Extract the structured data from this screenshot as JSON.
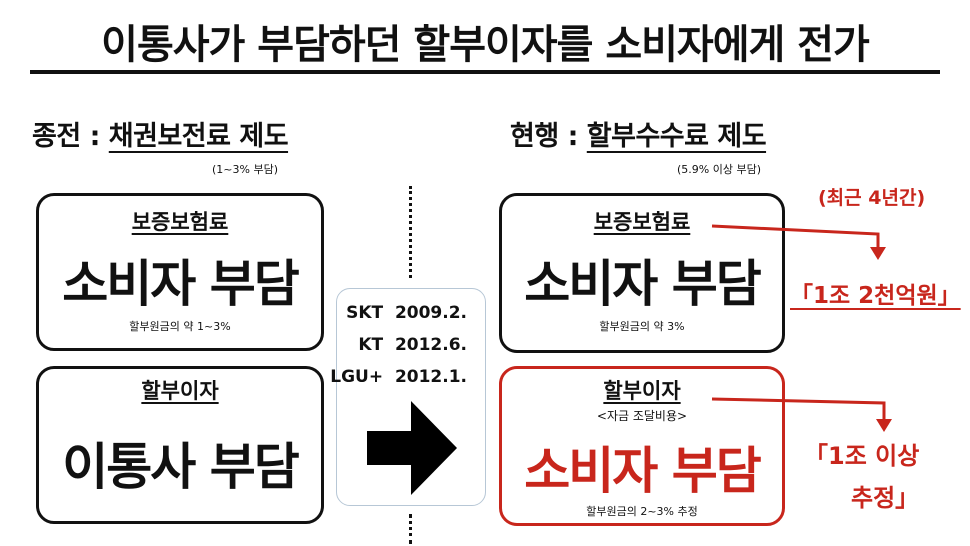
{
  "title": "이통사가 부담하던 할부이자를 소비자에게 전가",
  "left": {
    "prefix": "종전 : ",
    "heading": "채권보전료 제도",
    "note": "(1~3% 부담)",
    "box1": {
      "label": "보증보험료",
      "main": "소비자 부담",
      "foot": "할부원금의 약 1~3%"
    },
    "box2": {
      "label": "할부이자",
      "main": "이통사 부담"
    }
  },
  "right": {
    "prefix": "현행 : ",
    "heading": "할부수수료 제도",
    "note": "(5.9% 이상 부담)",
    "box1": {
      "label": "보증보험료",
      "main": "소비자 부담",
      "foot": "할부원금의 약 3%"
    },
    "box2": {
      "label": "할부이자",
      "sub": "<자금 조달비용>",
      "main": "소비자 부담",
      "foot": "할부원금의 2~3% 추정"
    }
  },
  "dates": [
    {
      "carrier": "SKT",
      "date": "2009.2."
    },
    {
      "carrier": "KT",
      "date": "2012.6."
    },
    {
      "carrier": "LGU+",
      "date": "2012.1."
    }
  ],
  "callouts": {
    "period": "(최근 4년간)",
    "amount1": "「1조 2천억원」",
    "amount2_line1": "「1조 이상",
    "amount2_line2": "추정」"
  },
  "colors": {
    "accent": "#c8261c",
    "text": "#111111",
    "panel_border": "#b7c7d6"
  }
}
